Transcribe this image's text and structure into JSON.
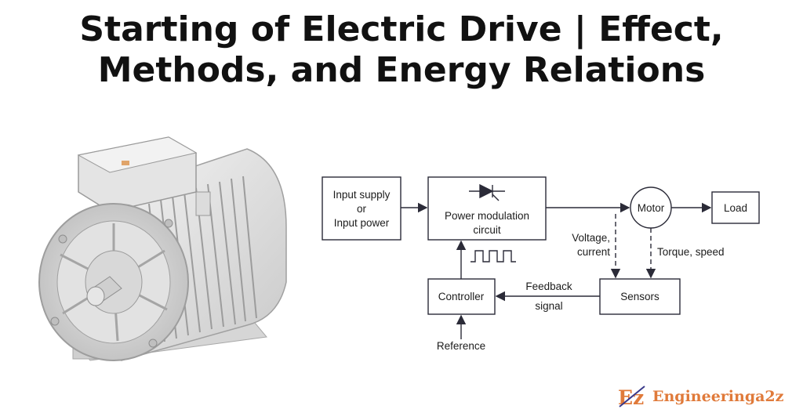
{
  "page": {
    "title_line1": "Starting of Electric Drive | Effect,",
    "title_line2": "Methods, and Energy Relations"
  },
  "diagram": {
    "input_block": [
      "Input supply",
      "or",
      "Input power"
    ],
    "power_block": "Power modulation",
    "power_block_line2": "circuit",
    "motor_block": "Motor",
    "load_block": "Load",
    "sensors_block": "Sensors",
    "controller_block": "Controller",
    "voltage_label": "Voltage,",
    "current_label": "current",
    "torque_label": "Torque, speed",
    "feedback_label": "Feedback",
    "signal_label": "signal",
    "reference_label": "Reference"
  },
  "brand": {
    "logo_text": "Ez",
    "name": "Engineeringa2z",
    "color": "#e07a3a"
  },
  "icons": [
    "motor-illustration",
    "thyristor-icon",
    "pulse-waveform-icon",
    "brand-logo-icon"
  ]
}
